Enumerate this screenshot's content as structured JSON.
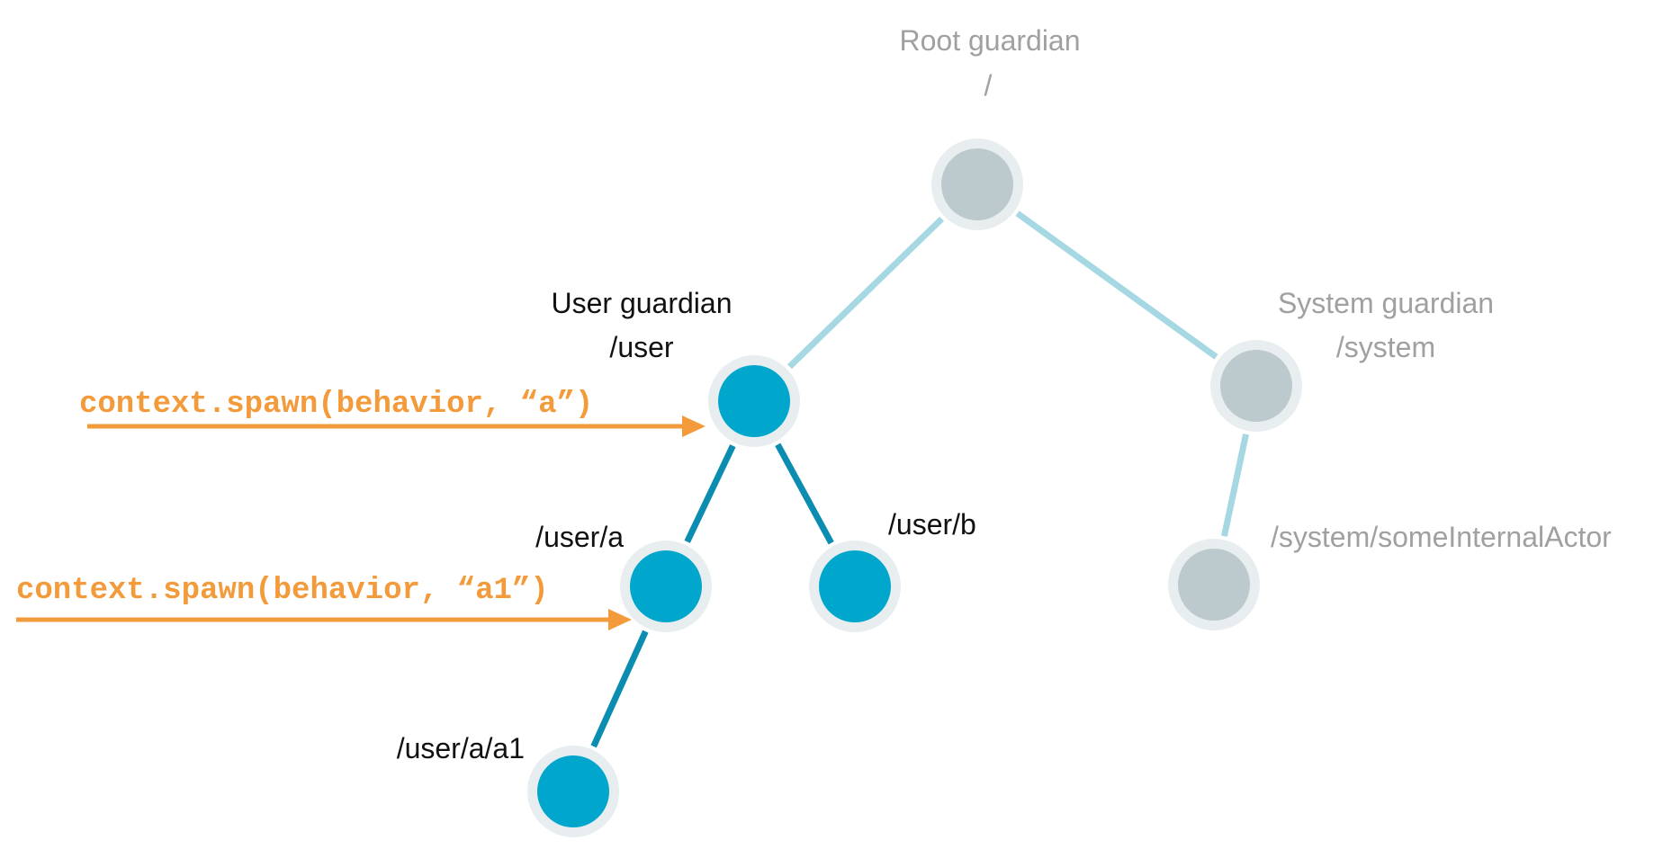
{
  "colors": {
    "active_node": "#00a6cc",
    "inactive_node": "#bccacd",
    "node_ring": "#e8eef0",
    "edge_active": "#0a8db0",
    "edge_inactive": "#a6d8e3",
    "text_active": "#111111",
    "text_inactive": "#a0a0a0",
    "arrow": "#f39a3b"
  },
  "nodes": {
    "root": {
      "title": "Root guardian",
      "path": "/",
      "state": "inactive"
    },
    "user": {
      "title": "User guardian",
      "path": "/user",
      "state": "active"
    },
    "system": {
      "title": "System guardian",
      "path": "/system",
      "state": "inactive"
    },
    "a": {
      "path": "/user/a",
      "state": "active"
    },
    "b": {
      "path": "/user/b",
      "state": "active"
    },
    "internal": {
      "path": "/system/someInternalActor",
      "state": "inactive"
    },
    "a1": {
      "path": "/user/a/a1",
      "state": "active"
    }
  },
  "edges": [
    {
      "from": "root",
      "to": "user",
      "state": "inactive"
    },
    {
      "from": "root",
      "to": "system",
      "state": "inactive"
    },
    {
      "from": "system",
      "to": "internal",
      "state": "inactive"
    },
    {
      "from": "user",
      "to": "a",
      "state": "active"
    },
    {
      "from": "user",
      "to": "b",
      "state": "active"
    },
    {
      "from": "a",
      "to": "a1",
      "state": "active"
    }
  ],
  "spawn_calls": {
    "a": "context.spawn(behavior, “a”)",
    "a1": "context.spawn(behavior, “a1”)"
  }
}
